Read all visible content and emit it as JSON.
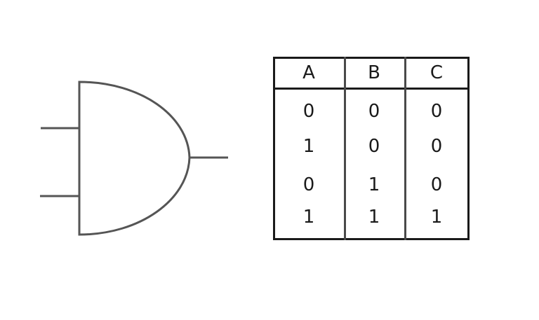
{
  "truth_table": {
    "headers": [
      "A",
      "B",
      "C"
    ],
    "rows": [
      [
        "0",
        "0",
        "0"
      ],
      [
        "1",
        "0",
        "0"
      ],
      [
        "0",
        "1",
        "0"
      ],
      [
        "1",
        "1",
        "1"
      ]
    ]
  },
  "colors": {
    "gate_stroke": "#555555",
    "table_border": "#1a1a1a",
    "text": "#1a1a1a"
  }
}
